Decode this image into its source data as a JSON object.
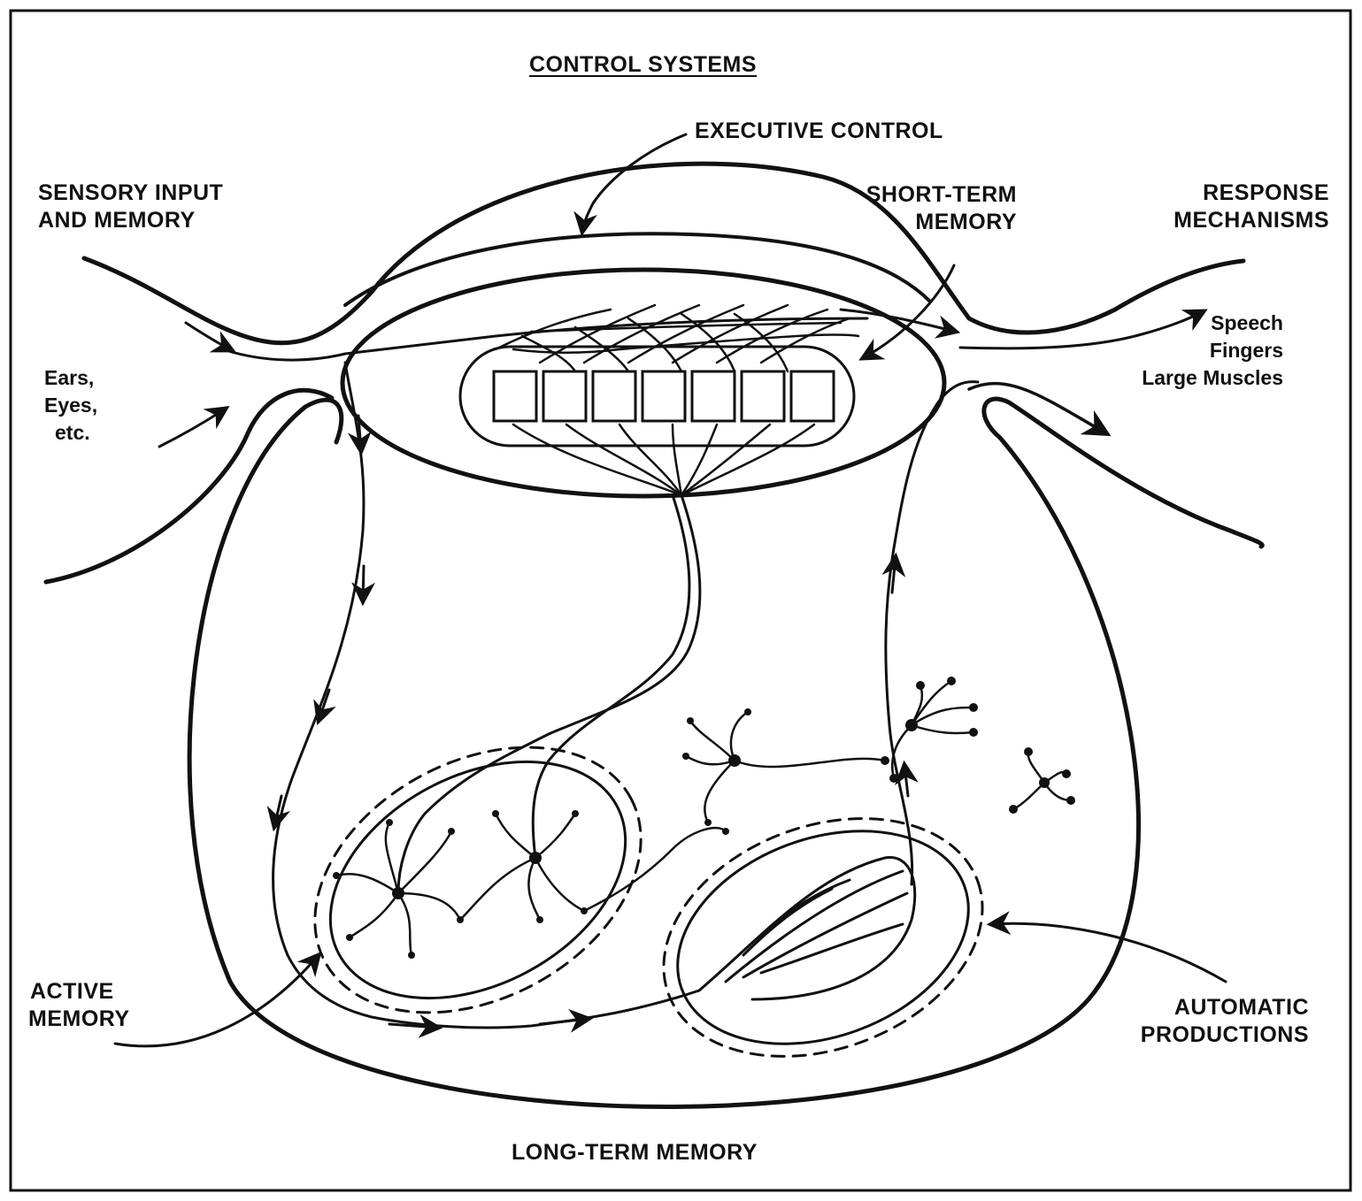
{
  "title": "CONTROL SYSTEMS",
  "labels": {
    "executive_control": "EXECUTIVE CONTROL",
    "sensory_input": [
      "SENSORY INPUT",
      "AND MEMORY"
    ],
    "short_term_memory": [
      "SHORT-TERM",
      "MEMORY"
    ],
    "response_mechanisms": [
      "RESPONSE",
      "MECHANISMS"
    ],
    "input_organs": [
      "Ears,",
      "Eyes,",
      "etc."
    ],
    "outputs": [
      "Speech",
      "Fingers",
      "Large Muscles"
    ],
    "active_memory": [
      "ACTIVE",
      "MEMORY"
    ],
    "automatic_productions": [
      "AUTOMATIC",
      "PRODUCTIONS"
    ],
    "long_term_memory": "LONG-TERM MEMORY"
  },
  "short_term_memory_slots": 7,
  "colors": {
    "ink": "#111111",
    "paper": "#ffffff"
  }
}
